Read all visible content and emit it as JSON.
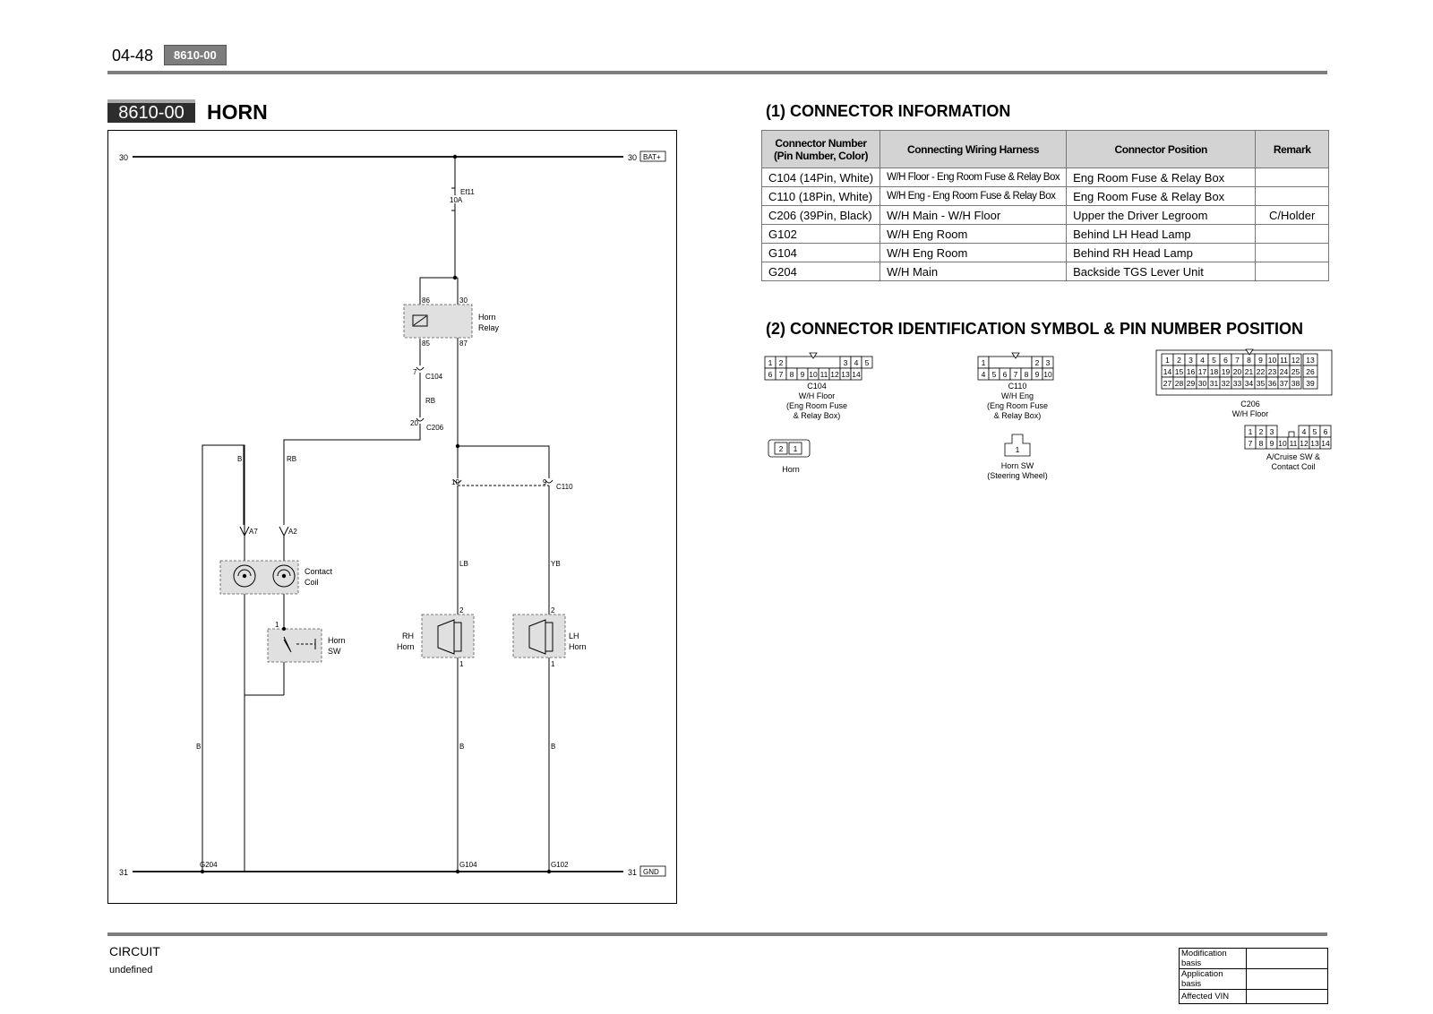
{
  "header": {
    "page_number": "04-48",
    "code": "8610-00"
  },
  "section": {
    "code": "8610-00",
    "title": "HORN"
  },
  "connector_info": {
    "heading": "(1) CONNECTOR INFORMATION",
    "columns": [
      "Connector Number (Pin Number, Color)",
      "Connecting Wiring Harness",
      "Connector Position",
      "Remark"
    ],
    "rows": [
      [
        "C104 (14Pin, White)",
        "W/H Floor - Eng Room Fuse & Relay Box",
        "Eng Room Fuse & Relay Box",
        ""
      ],
      [
        "C110 (18Pin, White)",
        "W/H Eng - Eng Room Fuse & Relay Box",
        "Eng Room Fuse & Relay Box",
        ""
      ],
      [
        "C206 (39Pin, Black)",
        "W/H Main - W/H Floor",
        "Upper the Driver Legroom",
        "C/Holder"
      ],
      [
        "G102",
        "W/H Eng Room",
        "Behind LH Head Lamp",
        ""
      ],
      [
        "G104",
        "W/H Eng Room",
        "Behind RH Head Lamp",
        ""
      ],
      [
        "G204",
        "W/H Main",
        "Backside TGS Lever Unit",
        ""
      ]
    ]
  },
  "connector_symbols": {
    "heading": "(2) CONNECTOR IDENTIFICATION SYMBOL & PIN NUMBER POSITION",
    "c104": {
      "row1_left": [
        "1",
        "2"
      ],
      "row1_right": [
        "3",
        "4",
        "5"
      ],
      "row2": [
        "6",
        "7",
        "8",
        "9",
        "10",
        "11",
        "12",
        "13",
        "14"
      ],
      "caption": [
        "C104",
        "W/H Floor",
        "(Eng Room Fuse",
        "& Relay Box)"
      ]
    },
    "c110": {
      "row1_left": [
        "1"
      ],
      "row1_right": [
        "2",
        "3"
      ],
      "row2": [
        "4",
        "5",
        "6",
        "7",
        "8",
        "9",
        "10"
      ],
      "caption": [
        "C110",
        "W/H Eng",
        "(Eng Room Fuse",
        "& Relay Box)"
      ]
    },
    "c206": {
      "row1": [
        "1",
        "2",
        "3",
        "4",
        "5",
        "6",
        "7",
        "8",
        "9",
        "10",
        "11",
        "12",
        "13"
      ],
      "row2": [
        "14",
        "15",
        "16",
        "17",
        "18",
        "19",
        "20",
        "21",
        "22",
        "23",
        "24",
        "25",
        "26"
      ],
      "row3": [
        "27",
        "28",
        "29",
        "30",
        "31",
        "32",
        "33",
        "34",
        "35",
        "36",
        "37",
        "38",
        "39"
      ],
      "caption": [
        "C206",
        "W/H Floor"
      ]
    },
    "horn": {
      "pins": [
        "2",
        "1"
      ],
      "caption": [
        "Horn"
      ]
    },
    "horn_sw": {
      "pins": [
        "1"
      ],
      "caption": [
        "Horn SW",
        "(Steering Wheel)"
      ]
    },
    "cruise": {
      "row1_left": [
        "1",
        "2",
        "3"
      ],
      "row1_right": [
        "4",
        "5",
        "6"
      ],
      "row2": [
        "7",
        "8",
        "9",
        "10",
        "11",
        "12",
        "13",
        "14"
      ],
      "caption": [
        "A/Cruise SW &",
        "Contact Coil"
      ]
    }
  },
  "diagram": {
    "rail_top_left": "30",
    "rail_top_right": "30",
    "bat_tag": "BAT+",
    "rail_bottom_left": "31",
    "rail_bottom_right": "31",
    "gnd_tag": "GND",
    "fuse_name": "Ef11",
    "fuse_rating": "10A",
    "relay_pin_86": "86",
    "relay_pin_30": "30",
    "relay_pin_85": "85",
    "relay_pin_87": "87",
    "relay_name_1": "Horn",
    "relay_name_2": "Relay",
    "c104_pin": "7",
    "c104_name": "C104",
    "wire_rb_1": "RB",
    "c206_pin": "20",
    "c206_name": "C206",
    "wire_b_left": "B",
    "wire_rb_2": "RB",
    "a7": "A7",
    "a2": "A2",
    "contact_coil_1": "Contact",
    "contact_coil_2": "Coil",
    "horn_sw_pin": "1",
    "horn_sw_1": "Horn",
    "horn_sw_2": "SW",
    "c110_pin_10": "10",
    "c110_pin_9": "9",
    "c110_name": "C110",
    "wire_lb": "LB",
    "wire_yb": "YB",
    "rh_pin2": "2",
    "rh_pin1": "1",
    "rh_horn_1": "RH",
    "rh_horn_2": "Horn",
    "lh_pin2": "2",
    "lh_pin1": "1",
    "lh_horn_1": "LH",
    "lh_horn_2": "Horn",
    "wire_b_g204": "B",
    "wire_b_g104": "B",
    "wire_b_g102": "B",
    "g204": "G204",
    "g104": "G104",
    "g102": "G102"
  },
  "footer": {
    "category": "CIRCUIT",
    "sub": "undefined",
    "mod_labels": [
      "Modification basis",
      "Application basis",
      "Affected VIN"
    ]
  }
}
